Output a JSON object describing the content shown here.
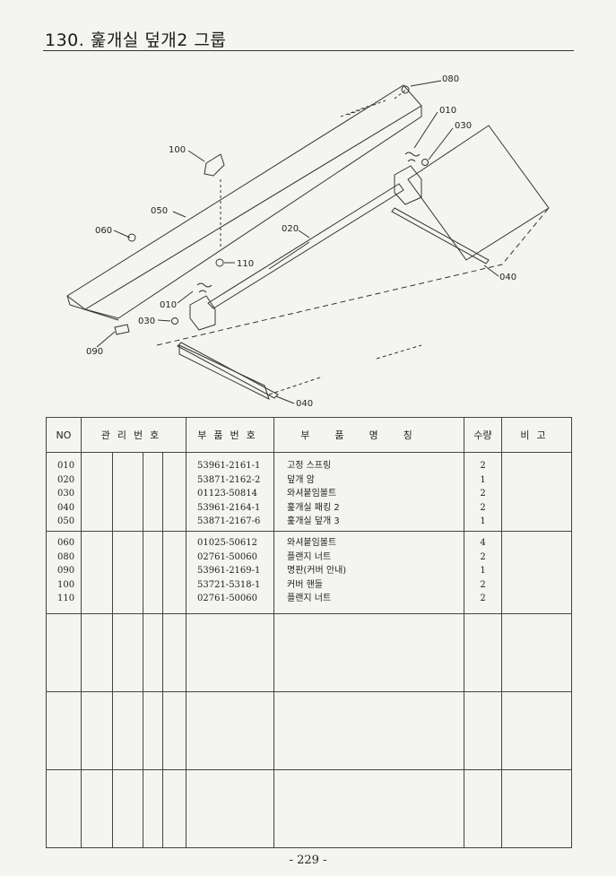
{
  "header": {
    "title": "130. 훑개실 덮개2 그룹"
  },
  "diagram": {
    "callouts": [
      "080",
      "010",
      "030",
      "100",
      "050",
      "060",
      "020",
      "110",
      "010",
      "030",
      "090",
      "040",
      "040"
    ]
  },
  "table": {
    "headers": {
      "no": "NO",
      "mgmt": "관리번호",
      "part_no": "부품번호",
      "part_name": "부품명칭",
      "qty": "수량",
      "remarks": "비고"
    },
    "rows": [
      {
        "no": "010",
        "part_no": "53961-2161-1",
        "name": "고정 스프링",
        "qty": "2"
      },
      {
        "no": "020",
        "part_no": "53871-2162-2",
        "name": "덮개 암",
        "qty": "1"
      },
      {
        "no": "030",
        "part_no": "01123-50814",
        "name": "와셔붙임볼트",
        "qty": "2"
      },
      {
        "no": "040",
        "part_no": "53961-2164-1",
        "name": "훑개실 패킹 2",
        "qty": "2"
      },
      {
        "no": "050",
        "part_no": "53871-2167-6",
        "name": "훑개실 덮개 3",
        "qty": "1"
      },
      {
        "no": "060",
        "part_no": "01025-50612",
        "name": "와셔붙임볼트",
        "qty": "4"
      },
      {
        "no": "080",
        "part_no": "02761-50060",
        "name": "플랜지 너트",
        "qty": "2"
      },
      {
        "no": "090",
        "part_no": "53961-2169-1",
        "name": "명판(커버 안내)",
        "qty": "1"
      },
      {
        "no": "100",
        "part_no": "53721-5318-1",
        "name": "커버 핸들",
        "qty": "2"
      },
      {
        "no": "110",
        "part_no": "02761-50060",
        "name": "플랜지 너트",
        "qty": "2"
      }
    ]
  },
  "footer": {
    "page": "- 229 -"
  }
}
